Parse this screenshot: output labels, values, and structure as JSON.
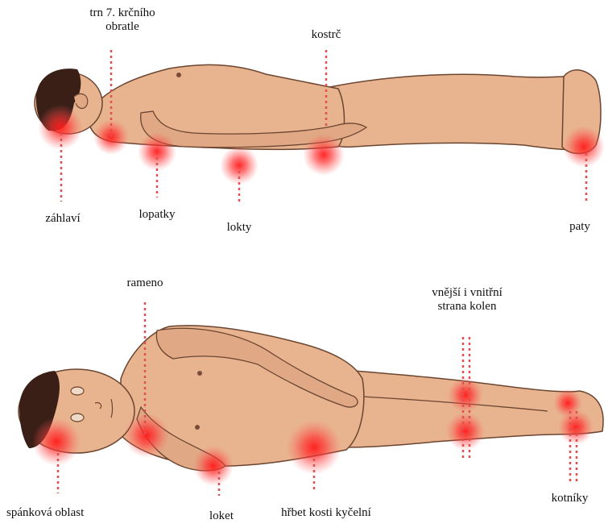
{
  "colors": {
    "skin": "#e8b48f",
    "skin_shadow": "#d99f7a",
    "outline": "#6b4530",
    "hair": "#3a1f17",
    "pressure": "#ff2a2a",
    "marker_line": "#e05050"
  },
  "labels": {
    "spinous_c7_line1": "trn 7. krčního",
    "spinous_c7_line2": "obratle",
    "coccyx": "kostrč",
    "occiput": "záhlaví",
    "scapulae": "lopatky",
    "elbows": "lokty",
    "heels": "paty",
    "shoulder": "rameno",
    "knees_line1": "vnější i vnitřní",
    "knees_line2": "strana kolen",
    "temporal": "spánková oblast",
    "elbow": "loket",
    "iliac_crest": "hřbet kosti kyčelní",
    "ankles": "kotníky"
  }
}
